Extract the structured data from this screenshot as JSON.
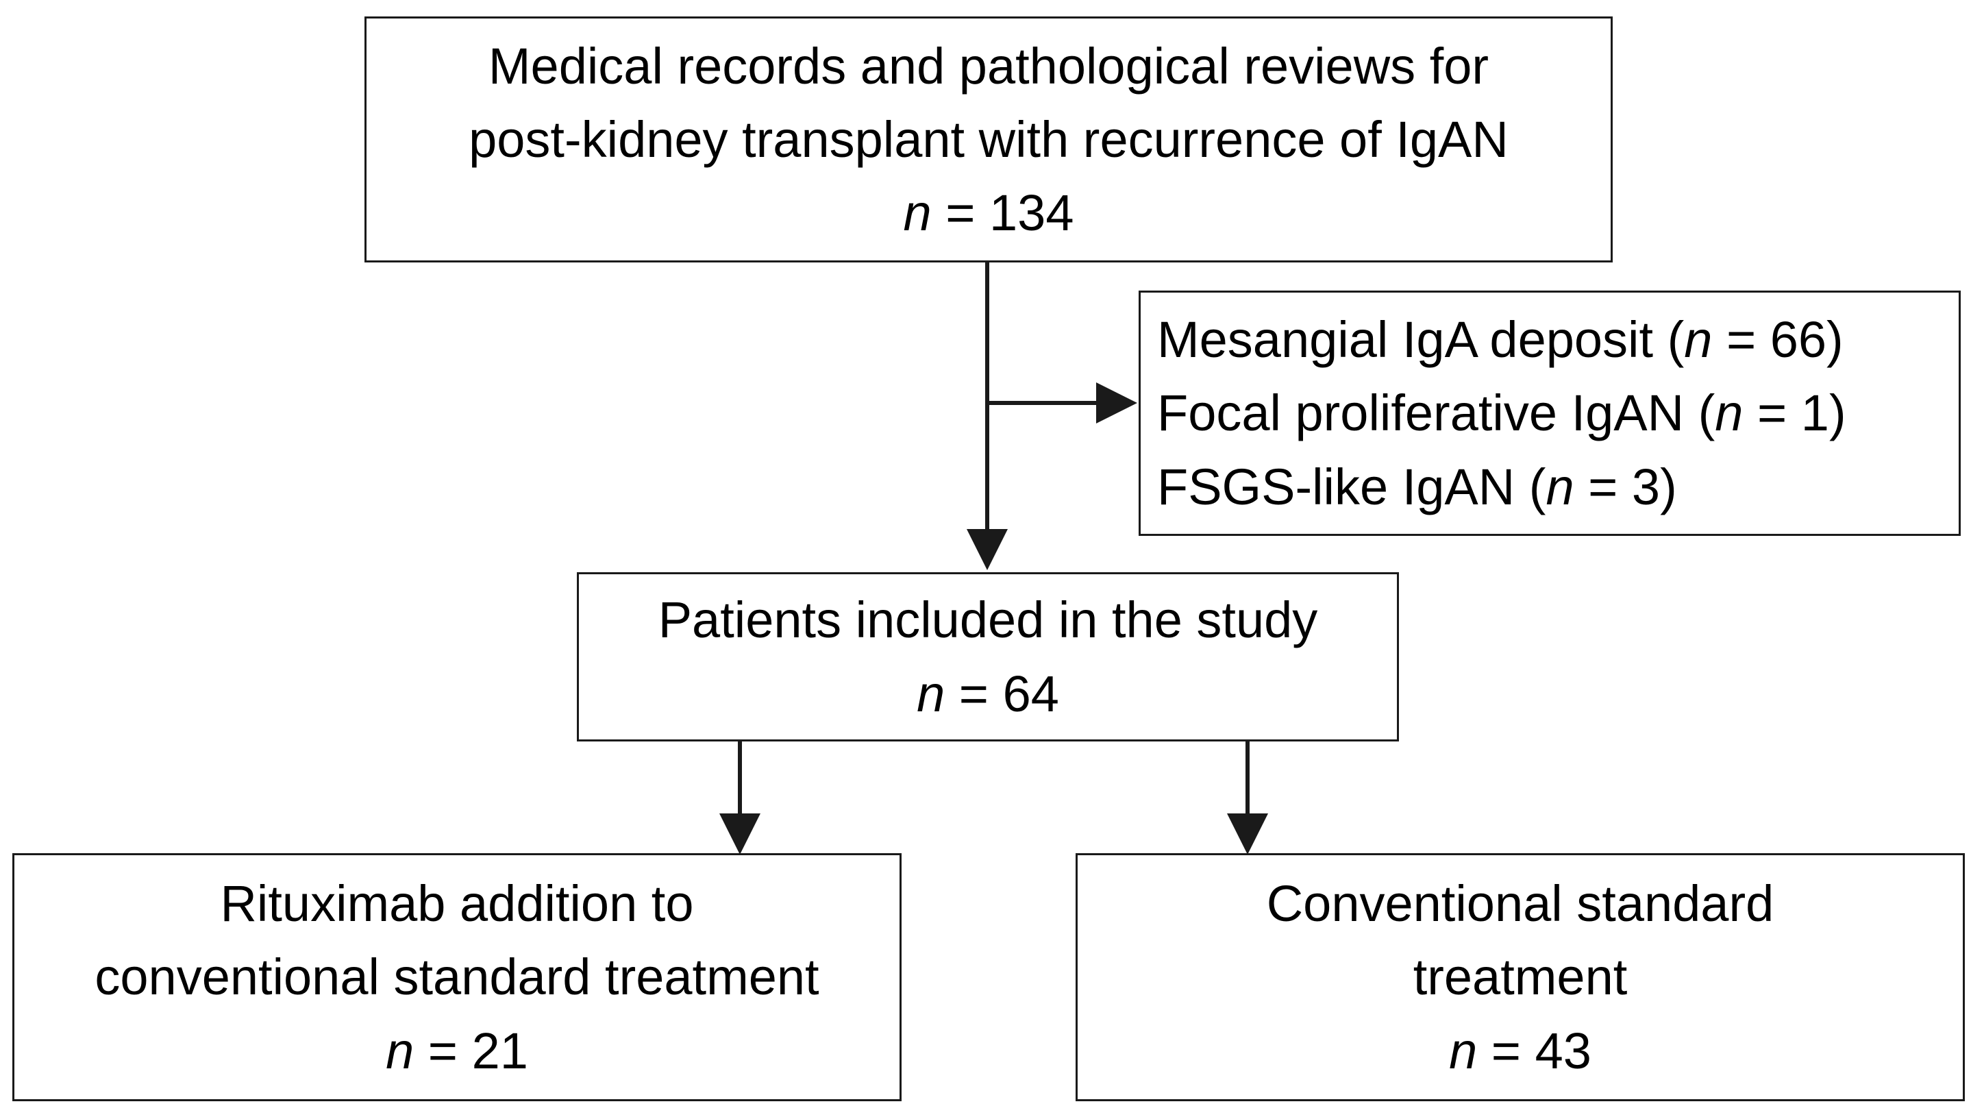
{
  "boxes": {
    "records": {
      "lines": [
        "Medical records and pathological reviews for",
        "post-kidney transplant with recurrence of IgAN"
      ],
      "n_var": "n",
      "n_text": " = 134"
    },
    "excluded": {
      "items": [
        {
          "pre": "Mesangial IgA deposit (",
          "var": "n",
          "post": " = 66)"
        },
        {
          "pre": "Focal proliferative IgAN (",
          "var": "n",
          "post": " = 1)"
        },
        {
          "pre": "FSGS-like IgAN (",
          "var": "n",
          "post": " = 3)"
        }
      ]
    },
    "included": {
      "lines": [
        "Patients included in the study"
      ],
      "n_var": "n",
      "n_text": " = 64"
    },
    "rituximab": {
      "lines": [
        "Rituximab addition to",
        "conventional standard treatment"
      ],
      "n_var": "n",
      "n_text": " = 21"
    },
    "conventional": {
      "lines": [
        "Conventional standard",
        "treatment"
      ],
      "n_var": "n",
      "n_text": " = 43"
    }
  },
  "colors": {
    "stroke": "#1a1a1a",
    "text": "#000000",
    "background": "#ffffff"
  }
}
